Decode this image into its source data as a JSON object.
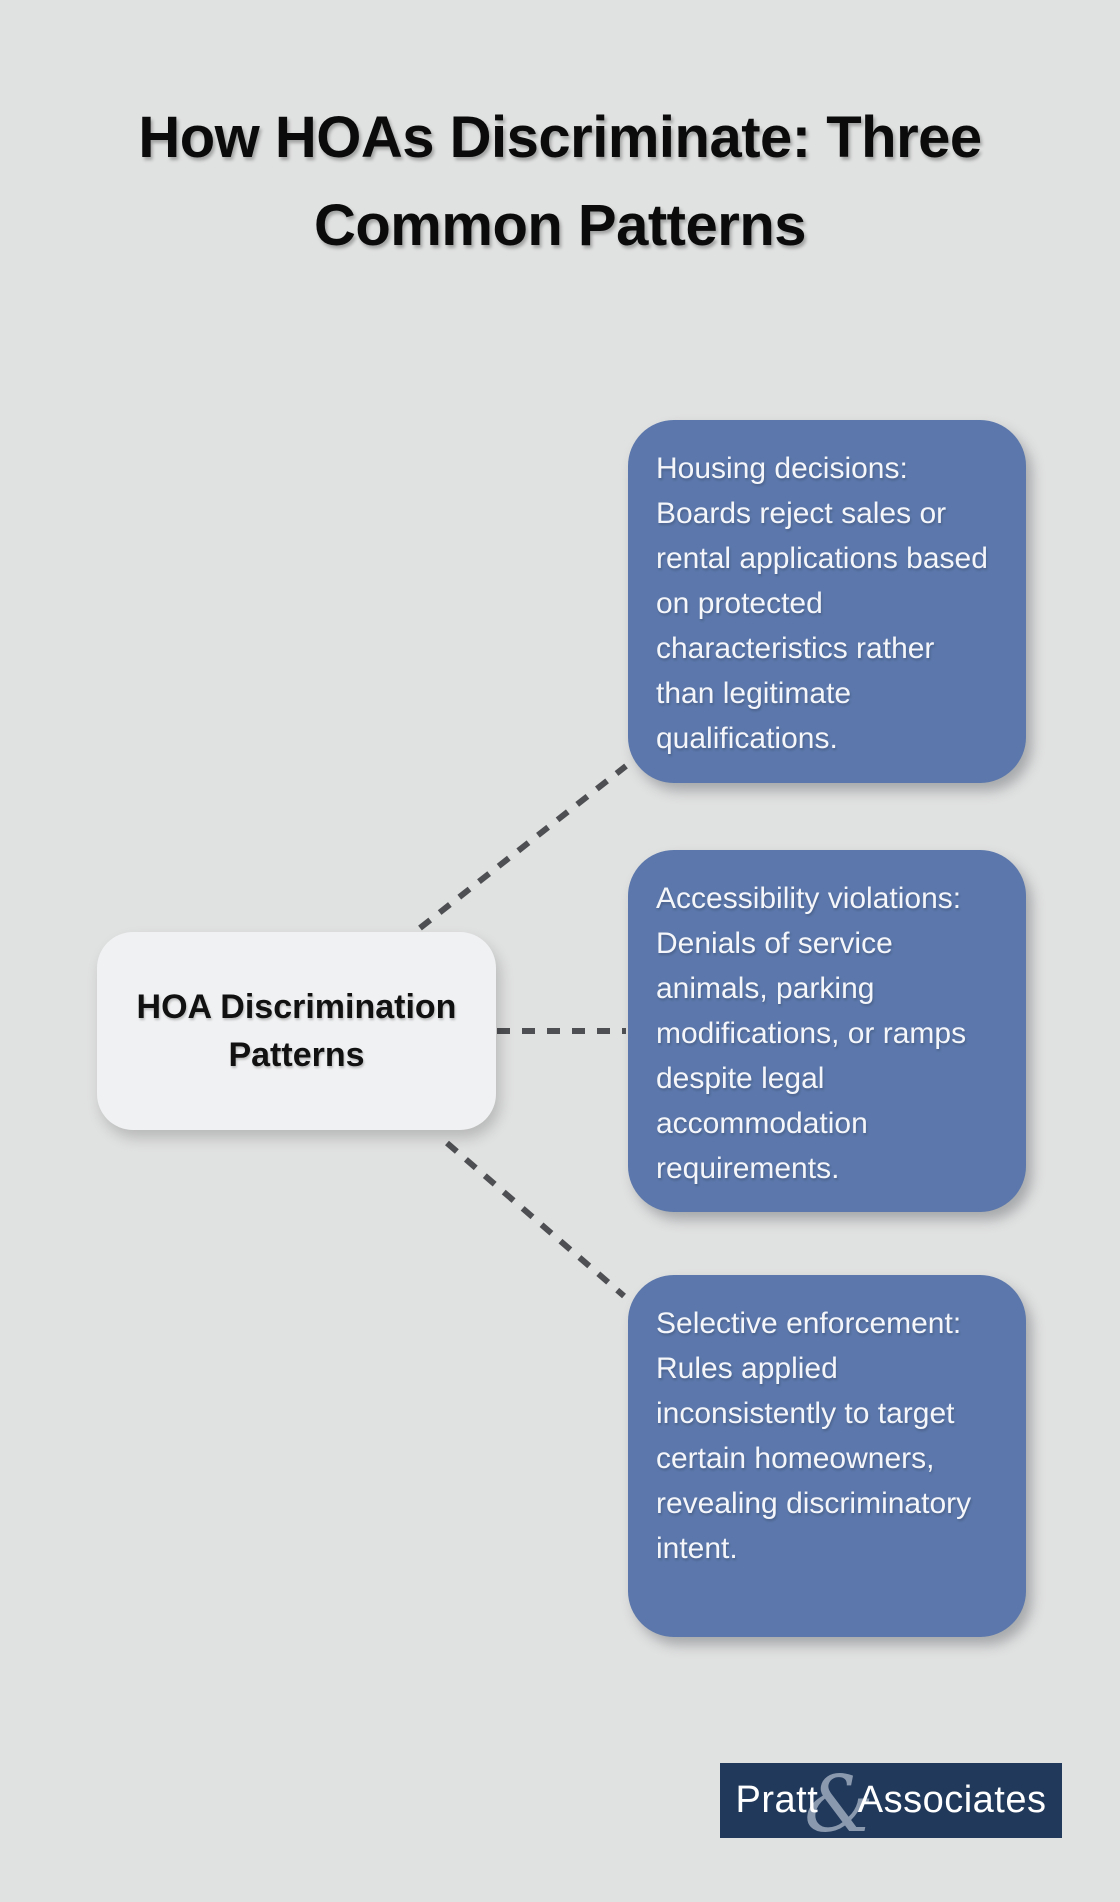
{
  "title": {
    "line1": "How HOAs Discriminate: Three",
    "line2": "Common Patterns"
  },
  "center_node": {
    "label": "HOA Discrimination Patterns"
  },
  "branches": [
    {
      "id": "housing-decisions",
      "text": "Housing decisions: Boards reject sales or rental applications based on protected characteristics rather than legitimate qualifications."
    },
    {
      "id": "accessibility-violations",
      "text": "Accessibility violations: Denials of service animals, parking modifications, or ramps despite legal accommodation requirements."
    },
    {
      "id": "selective-enforcement",
      "text": "Selective enforcement: Rules applied inconsistently to target certain homeowners, revealing discriminatory intent."
    }
  ],
  "logo": {
    "name_left": "Pratt",
    "ampersand": "&",
    "name_right": "Associates"
  },
  "colors": {
    "background": "#e0e1e1",
    "branch_fill": "#5b77ab",
    "branch_text": "#f4f6f9",
    "node_fill": "#f0f1f2",
    "node_text": "#111111",
    "connector": "#4d4f52",
    "logo_bg": "#21395b",
    "logo_text": "#ffffff",
    "title_text": "#0b0b0b"
  }
}
